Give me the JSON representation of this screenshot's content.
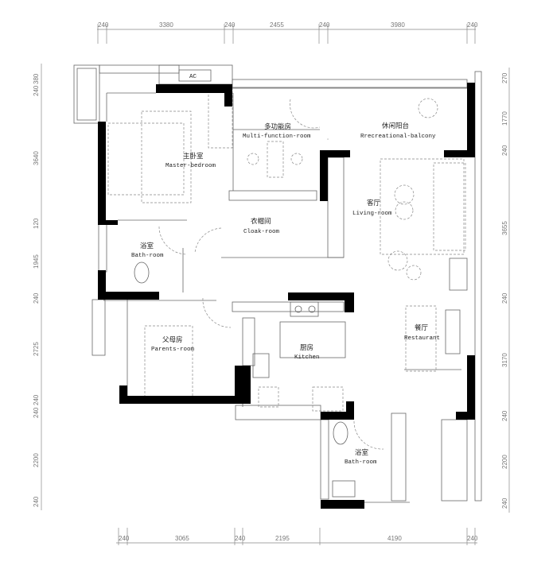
{
  "dimensions": {
    "top": [
      "240",
      "3380",
      "240",
      "2455",
      "240",
      "3980",
      "240"
    ],
    "bottom": [
      "240",
      "3065",
      "240",
      "2195",
      "4190",
      "240"
    ],
    "left": [
      "380",
      "240",
      "3640",
      "120",
      "1945",
      "240",
      "2725",
      "240",
      "240",
      "2200",
      "240"
    ],
    "right": [
      "270",
      "1770",
      "240",
      "3655",
      "240",
      "3170",
      "240",
      "2200",
      "240"
    ]
  },
  "rooms": {
    "ac": "AC",
    "master": {
      "zh": "主卧室",
      "en": "Master-bedroom"
    },
    "multi": {
      "zh": "多功能房",
      "en": "Multi-function-room"
    },
    "balcony": {
      "zh": "休闲阳台",
      "en": "Rrecreational-balcony"
    },
    "cloak": {
      "zh": "衣帽间",
      "en": "Cloak-room"
    },
    "living": {
      "zh": "客厅",
      "en": "Living-room"
    },
    "bath1": {
      "zh": "浴室",
      "en": "Bath-room"
    },
    "restaurant": {
      "zh": "餐厅",
      "en": "Restaurant"
    },
    "parents": {
      "zh": "父母房",
      "en": "Parents-room"
    },
    "kitchen": {
      "zh": "厨房",
      "en": "Kitchen"
    },
    "bath2": {
      "zh": "浴室",
      "en": "Bath-room"
    }
  }
}
